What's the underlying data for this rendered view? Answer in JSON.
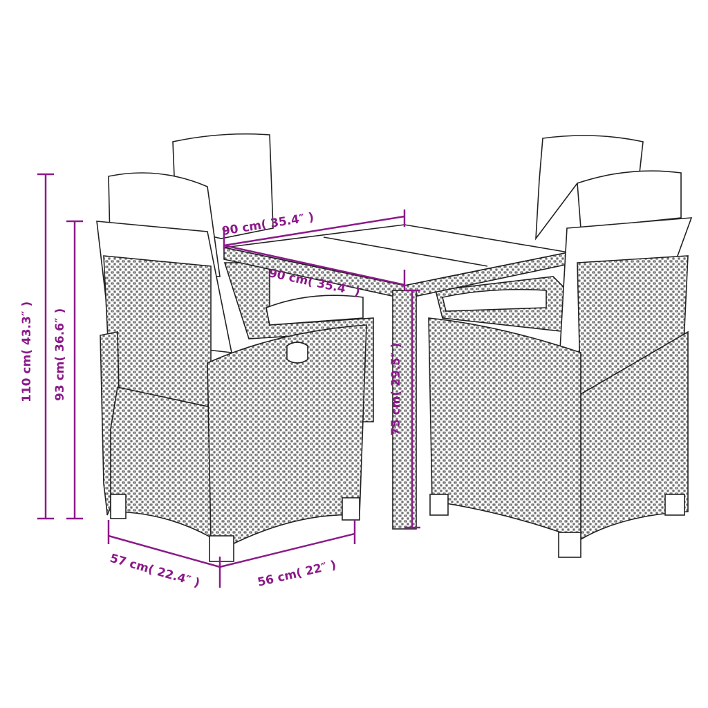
{
  "colors": {
    "dimension": "#8B1A89",
    "outline": "#222222"
  },
  "dimensions": {
    "table_width": "90 cm( 35.4″ )",
    "table_depth": "90 cm( 35.4″ )",
    "table_height": "75 cm( 29.5″ )",
    "chair_height_max": "110 cm( 43.3″ )",
    "chair_height": "93 cm( 36.6″ )",
    "chair_depth": "57 cm( 22.4″ )",
    "chair_width": "56 cm( 22″ )"
  }
}
